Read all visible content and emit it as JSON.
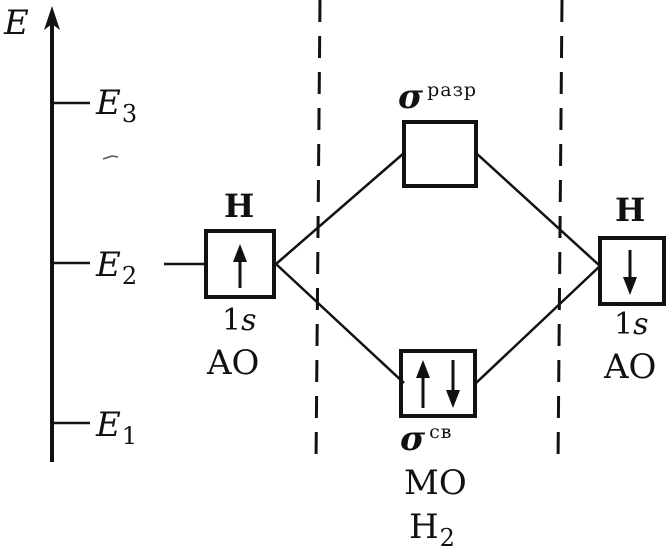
{
  "axis": {
    "label": "E",
    "levels": [
      {
        "symbol": "E",
        "subscript": "3"
      },
      {
        "symbol": "E",
        "subscript": "2"
      },
      {
        "symbol": "E",
        "subscript": "1"
      }
    ]
  },
  "left_atom": {
    "header": "H",
    "orbital": "1s",
    "orbital_num": "1",
    "orbital_letter": "s",
    "type": "AO",
    "electrons": "up"
  },
  "right_atom": {
    "header": "H",
    "orbital": "1s",
    "orbital_num": "1",
    "orbital_letter": "s",
    "type": "AO",
    "electrons": "down"
  },
  "antibonding": {
    "symbol": "σ",
    "superscript": "разр",
    "electrons": "none"
  },
  "bonding": {
    "symbol": "σ",
    "superscript": "св",
    "electrons": "up-down"
  },
  "molecule": {
    "type": "MO",
    "formula": "H",
    "formula_subscript": "2"
  },
  "colors": {
    "ink": "#111111",
    "background": "#ffffff"
  }
}
